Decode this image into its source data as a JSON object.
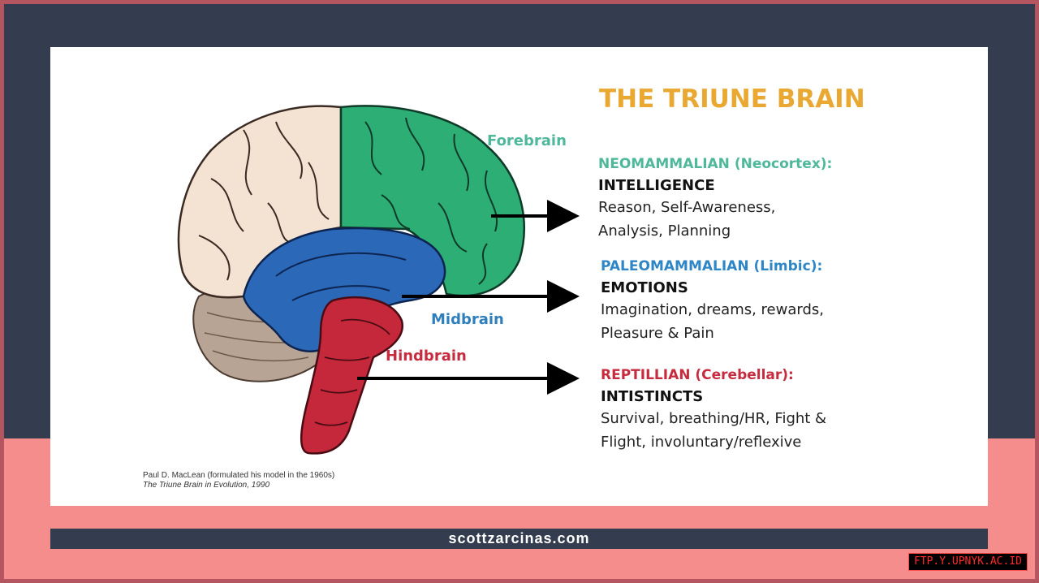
{
  "diagram": {
    "title": "THE TRIUNE BRAIN",
    "labels": {
      "forebrain": "Forebrain",
      "midbrain": "Midbrain",
      "hindbrain": "Hindbrain"
    },
    "sections": [
      {
        "heading": "NEOMAMMALIAN (Neocortex):",
        "subheading": "INTELLIGENCE",
        "description_line1": "Reason, Self-Awareness,",
        "description_line2": "Analysis, Planning",
        "color": "#4fb89b"
      },
      {
        "heading": "PALEOMAMMALIAN (Limbic):",
        "subheading": "EMOTIONS",
        "description_line1": "Imagination, dreams, rewards,",
        "description_line2": "Pleasure & Pain",
        "color": "#2f86c6"
      },
      {
        "heading": "REPTILLIAN (Cerebellar):",
        "subheading": "INTISTINCTS",
        "description_line1": "Survival, breathing/HR, Fight &",
        "description_line2": "Flight, involuntary/reflexive",
        "color": "#c62b3f"
      }
    ],
    "citation_line1": "Paul D. MacLean (formulated his model in the 1960s)",
    "citation_line2": "The Triune Brain in Evolution, 1990",
    "icons": [
      "brain-illustration",
      "arrow-right-icon"
    ]
  },
  "footer": {
    "site": "scottzarcinas.com"
  },
  "watermark": {
    "text": "FTP.Y.UPNYK.AC.ID"
  },
  "colors": {
    "title": "#e9a832",
    "forebrain": "#2dae74",
    "midbrain": "#2b69b8",
    "hindbrain": "#c4283a",
    "cortex_beige": "#f4e3d3",
    "cerebellum": "#b8a494"
  }
}
